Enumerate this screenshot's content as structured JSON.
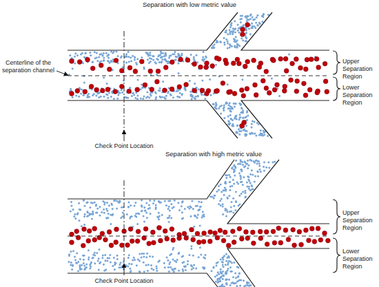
{
  "diagram": {
    "labels": [
      "Separation with low metric value",
      "Centerline of the separation channel",
      "Upper Separation Region",
      "Lower Separation Region",
      "Check Point Location",
      "Separation with high metric value",
      "Upper Separation Region",
      "Lower Separation Region",
      "Check Point Location"
    ]
  }
}
